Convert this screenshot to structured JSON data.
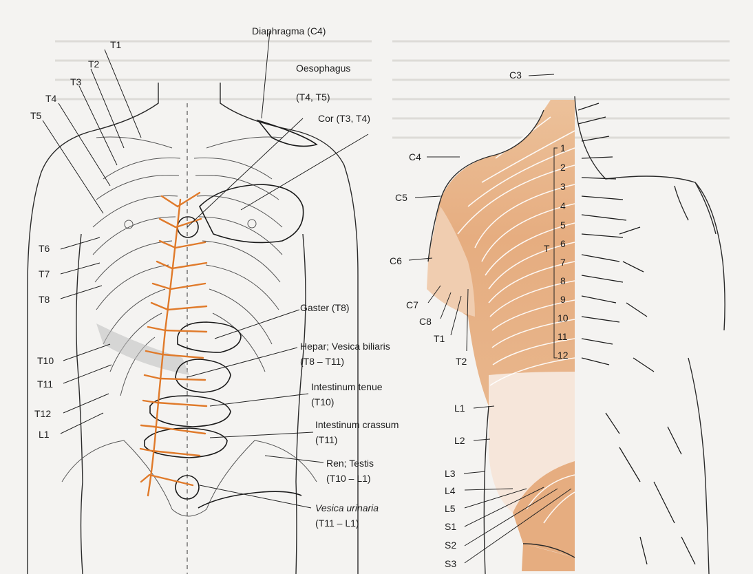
{
  "labels_left": [
    {
      "key": "t1",
      "text": "T1"
    },
    {
      "key": "t2",
      "text": "T2"
    },
    {
      "key": "t3",
      "text": "T3"
    },
    {
      "key": "t4",
      "text": "T4"
    },
    {
      "key": "t5",
      "text": "T5"
    },
    {
      "key": "t6",
      "text": "T6"
    },
    {
      "key": "t7",
      "text": "T7"
    },
    {
      "key": "t8",
      "text": "T8"
    },
    {
      "key": "t10",
      "text": "T10"
    },
    {
      "key": "t11",
      "text": "T11"
    },
    {
      "key": "t12",
      "text": "T12"
    },
    {
      "key": "l1",
      "text": "L1"
    }
  ],
  "organ_labels": {
    "diaphragma": "Diaphragma (C4)",
    "oesophagus": "Oesophagus",
    "oesophagus_seg": "(T4, T5)",
    "cor": "Cor (T3, T4)",
    "gaster": "Gaster (T8)",
    "hepar": "Hepar; Vesica biliaris",
    "hepar_seg": "(T8 – T11)",
    "int_tenue": "Intestinum tenue",
    "int_tenue_seg": "(T10)",
    "int_crassum": "Intestinum crassum",
    "int_crassum_seg": "(T11)",
    "ren": "Ren; Testis",
    "ren_seg": "(T10 – L1)",
    "vesica": "Vesica urinaria",
    "vesica_seg": "(T11 – L1)"
  },
  "labels_right": {
    "c3": "C3",
    "c4": "C4",
    "c5": "C5",
    "c6": "C6",
    "c7": "C7",
    "c8": "C8",
    "t1": "T1",
    "t2": "T2",
    "l1": "L1",
    "l2": "L2",
    "l3": "L3",
    "l4": "L4",
    "l5": "L5",
    "s1": "S1",
    "s2": "S2",
    "s3": "S3",
    "t_brace": "T"
  },
  "thoracic_numbers": [
    "1",
    "2",
    "3",
    "4",
    "5",
    "6",
    "7",
    "8",
    "9",
    "10",
    "11",
    "12"
  ],
  "colors": {
    "nerve": "#e07a2a",
    "skin_dark": "#e7b48a",
    "skin_light": "#f3dccb",
    "pale": "#f7f1ea"
  }
}
